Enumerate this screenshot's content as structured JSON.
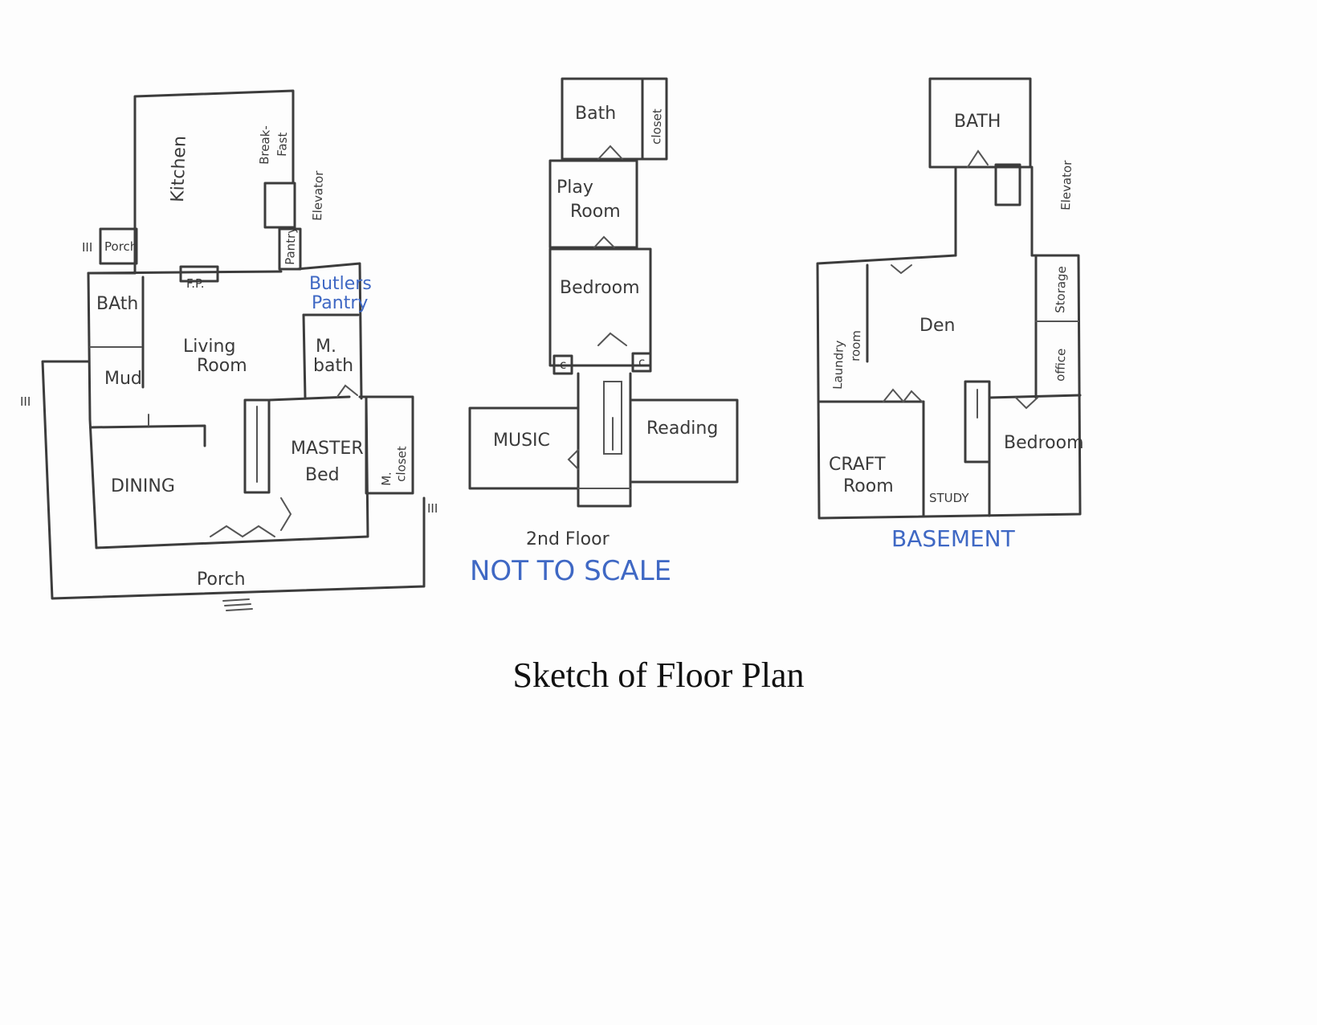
{
  "caption": "Sketch of Floor Plan",
  "main_floor": {
    "kitchen": "Kitchen",
    "breakfast_1": "Break-",
    "breakfast_2": "Fast",
    "elevator": "Elevator",
    "pantry": "Pantry",
    "porch_small": "Porch",
    "bath": "BAth",
    "fireplace": "F.P.",
    "butlers_pantry_1": "Butlers",
    "butlers_pantry_2": "Pantry",
    "living_1": "Living",
    "living_2": "Room",
    "mud": "Mud",
    "m_bath_1": "M.",
    "m_bath_2": "bath",
    "master_1": "MASTER",
    "master_2": "Bed",
    "m_closet_1": "M.",
    "m_closet_2": "closet",
    "dining": "DINING",
    "porch": "Porch",
    "step_mark": "III"
  },
  "second_floor": {
    "bath": "Bath",
    "closet": "closet",
    "play_1": "Play",
    "play_2": "Room",
    "bedroom": "Bedroom",
    "music": "MUSIC",
    "reading": "Reading",
    "closet_mark": "c",
    "floor_label": "2nd Floor",
    "not_to_scale": "NOT TO SCALE"
  },
  "basement": {
    "bath": "BATH",
    "elevator": "Elevator",
    "laundry_1": "Laundry",
    "laundry_2": "room",
    "den": "Den",
    "storage": "Storage",
    "office": "office",
    "craft_1": "CRAFT",
    "craft_2": "Room",
    "study": "STUDY",
    "bedroom": "Bedroom",
    "floor_label": "BASEMENT"
  }
}
